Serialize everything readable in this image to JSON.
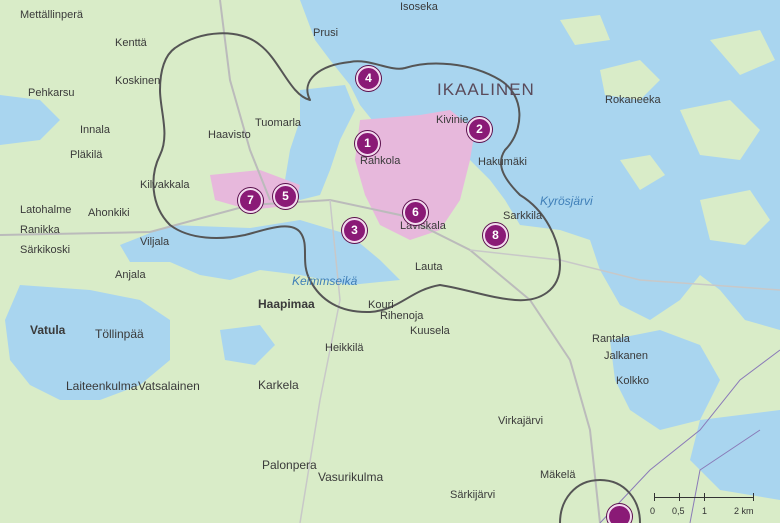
{
  "map": {
    "title": "IKAALINEN",
    "colors": {
      "land": "#d9ecc8",
      "water": "#a9d5ef",
      "urban": "#e7b8dc",
      "boundary": "#555555",
      "marker": "#8a1a76"
    },
    "places": [
      {
        "name": "Mettällinperä",
        "kind": "town"
      },
      {
        "name": "Isoseka",
        "kind": "town"
      },
      {
        "name": "Kenttä",
        "kind": "town"
      },
      {
        "name": "Koskinen",
        "kind": "town"
      },
      {
        "name": "Prusi",
        "kind": "town"
      },
      {
        "name": "Pehkarsu",
        "kind": "town"
      },
      {
        "name": "Innala",
        "kind": "town"
      },
      {
        "name": "Pläkilä",
        "kind": "town"
      },
      {
        "name": "Tuomarla",
        "kind": "town"
      },
      {
        "name": "Haavisto",
        "kind": "town"
      },
      {
        "name": "Rahkola",
        "kind": "town"
      },
      {
        "name": "Kivinie",
        "kind": "town"
      },
      {
        "name": "Hakumäki",
        "kind": "town"
      },
      {
        "name": "Rokaneeka",
        "kind": "town"
      },
      {
        "name": "Kilvakkala",
        "kind": "town"
      },
      {
        "name": "Latohalme",
        "kind": "town"
      },
      {
        "name": "Ahonkiki",
        "kind": "town"
      },
      {
        "name": "Sarkkila",
        "kind": "town"
      },
      {
        "name": "Ranikka",
        "kind": "town"
      },
      {
        "name": "Särkikoski",
        "kind": "town"
      },
      {
        "name": "Viljala",
        "kind": "town"
      },
      {
        "name": "Anjala",
        "kind": "town"
      },
      {
        "name": "Laviskala",
        "kind": "town"
      },
      {
        "name": "Lauta",
        "kind": "town"
      },
      {
        "name": "Haapimaa",
        "kind": "town"
      },
      {
        "name": "Vatula",
        "kind": "town"
      },
      {
        "name": "Töllinpää",
        "kind": "town"
      },
      {
        "name": "Kouri",
        "kind": "town"
      },
      {
        "name": "Rihenoja",
        "kind": "town"
      },
      {
        "name": "Kuusela",
        "kind": "town"
      },
      {
        "name": "Heikkilä",
        "kind": "town"
      },
      {
        "name": "Rantala",
        "kind": "town"
      },
      {
        "name": "Jalkanen",
        "kind": "town"
      },
      {
        "name": "Laiteenkulma",
        "kind": "town"
      },
      {
        "name": "Vatsalainen",
        "kind": "town"
      },
      {
        "name": "Karkela",
        "kind": "town"
      },
      {
        "name": "Kolkko",
        "kind": "town"
      },
      {
        "name": "Virkajärvi",
        "kind": "town"
      },
      {
        "name": "Palonpera",
        "kind": "town"
      },
      {
        "name": "Vasurikulma",
        "kind": "town"
      },
      {
        "name": "Särkijärvi",
        "kind": "town"
      },
      {
        "name": "Mäkelä",
        "kind": "town"
      },
      {
        "name": "Kyrösjärvi",
        "kind": "lake"
      },
      {
        "name": "Keimmseikä",
        "kind": "lake"
      }
    ],
    "markers": [
      {
        "label": "1"
      },
      {
        "label": "2"
      },
      {
        "label": "3"
      },
      {
        "label": "4"
      },
      {
        "label": "5"
      },
      {
        "label": "6"
      },
      {
        "label": "7"
      },
      {
        "label": "8"
      },
      {
        "label": ""
      }
    ],
    "scale_bar": {
      "ticks": [
        "0",
        "0,5",
        "1",
        "2 km"
      ]
    }
  }
}
